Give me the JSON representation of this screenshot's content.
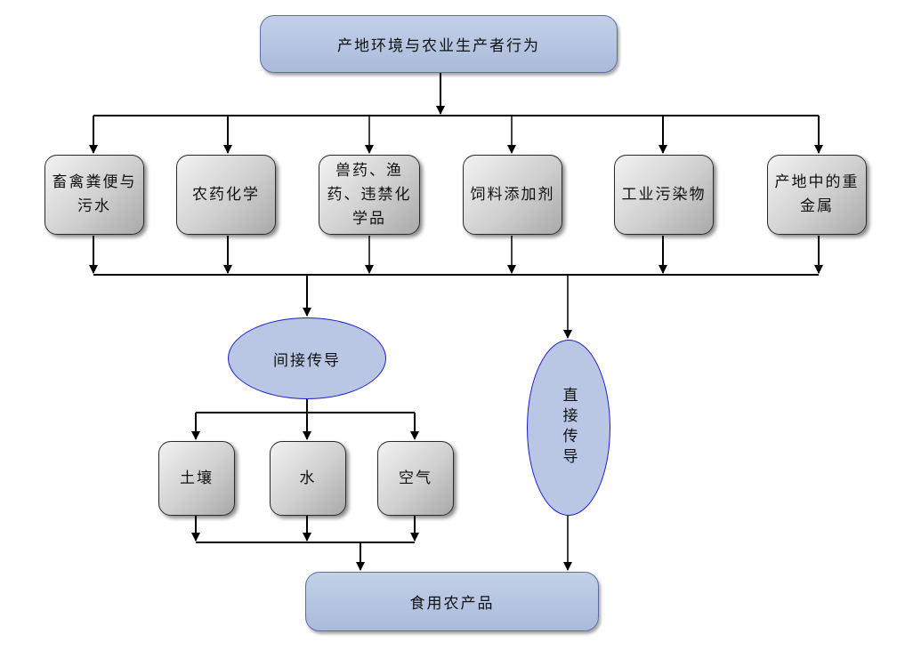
{
  "diagram": {
    "root": "产地环境与农业生产者行为",
    "sources": [
      {
        "id": "livestock",
        "label": "畜禽粪便与污水"
      },
      {
        "id": "pesticide",
        "label": "农药化学"
      },
      {
        "id": "vet_drugs",
        "label": "兽药、渔药、违禁化学品"
      },
      {
        "id": "feed",
        "label": "饲料添加剂"
      },
      {
        "id": "industrial",
        "label": "工业污染物"
      },
      {
        "id": "heavy_metal",
        "label": "产地中的重金属"
      }
    ],
    "indirect": "间接传导",
    "direct": "直接传导",
    "media": [
      {
        "id": "soil",
        "label": "土壤"
      },
      {
        "id": "water",
        "label": "水"
      },
      {
        "id": "air",
        "label": "空气"
      }
    ],
    "product": "食用农产品"
  }
}
